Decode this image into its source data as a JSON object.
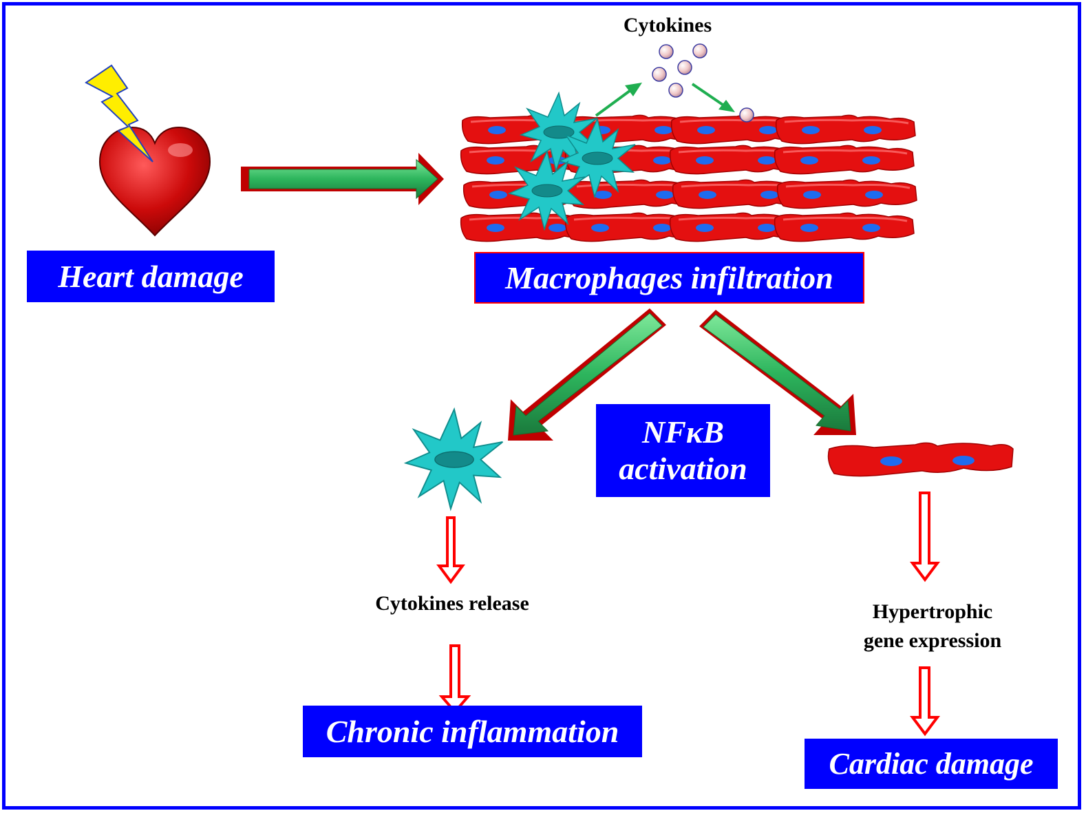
{
  "labels": {
    "heart_damage": "Heart damage",
    "macrophages_infiltration": "Macrophages infiltration",
    "cytokines": "Cytokines",
    "nfkb_line1": "NFκB",
    "nfkb_line2": "activation",
    "cytokines_release": "Cytokines release",
    "hypertrophic_line1": "Hypertrophic",
    "hypertrophic_line2": "gene expression",
    "chronic_inflammation": "Chronic inflammation",
    "cardiac_damage": "Cardiac damage"
  },
  "colors": {
    "frame": "#0000ff",
    "label_box": "#0000ff",
    "label_text": "#ffffff",
    "cell": "#e41010",
    "nucleus": "#1e6cf0",
    "macrophage": "#22c8c8",
    "green_arrow": "#2db55d",
    "red_arrow": "#ff0000"
  },
  "icons": [
    "heart-icon",
    "lightning-icon",
    "macrophage-icon",
    "cytokine-particle-icon",
    "cardiomyocyte-icon"
  ]
}
